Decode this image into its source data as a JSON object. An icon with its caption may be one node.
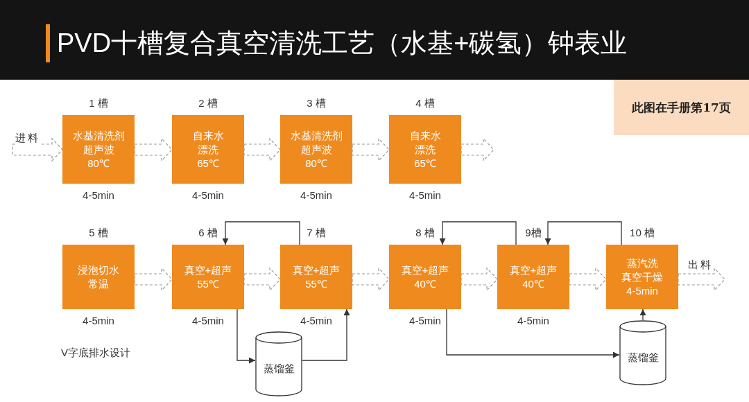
{
  "diagram": {
    "title": "PVD十槽复合真空清洗工艺（水基+碳氢）钟表业",
    "nodes": [
      {
        "text": [
          "水基清洗剂",
          "超声波",
          "80℃"
        ],
        "beside": [
          "1 槽",
          "4-5min"
        ]
      },
      {
        "text": [
          "自来水",
          "漂洗",
          "65℃"
        ],
        "beside": [
          "2 槽",
          "4-5min"
        ]
      },
      {
        "text": [
          "水基清洗剂",
          "超声波",
          "80℃"
        ],
        "beside": [
          "3 槽",
          "4-5min"
        ]
      },
      {
        "text": [
          "自来水",
          "漂洗",
          "65℃"
        ],
        "beside": [
          "4 槽",
          "4-5min"
        ]
      },
      {
        "text": [
          "浸泡切水",
          "常温"
        ],
        "beside": [
          "5 槽",
          "4-5min"
        ]
      },
      {
        "text": [
          "真空+超声",
          "55℃"
        ],
        "beside": [
          "6 槽",
          "4-5min"
        ]
      },
      {
        "text": [
          "真空+超声",
          "55℃"
        ],
        "beside": [
          "7 槽",
          "4-5min"
        ]
      },
      {
        "text": [
          "真空+超声",
          "40℃"
        ],
        "beside": [
          "8 槽",
          "4-5min"
        ]
      },
      {
        "text": [
          "真空+超声",
          "40℃"
        ],
        "beside": [
          "9槽",
          "4-5min"
        ]
      },
      {
        "text": [
          "蒸汽洗",
          "真空干燥",
          "4-5min"
        ],
        "beside": [
          "10 槽"
        ]
      },
      {
        "text": [
          "蒸馏釜"
        ]
      },
      {
        "text": [
          "蒸馏釜"
        ]
      },
      {
        "text": [
          "此图在手册第17页"
        ]
      }
    ],
    "edges": [
      {
        "from": null,
        "to": 0,
        "arrow": "to",
        "label": "进料",
        "style": "dashed"
      },
      {
        "from": 0,
        "to": 1,
        "arrow": "to",
        "style": "dashed"
      },
      {
        "from": 1,
        "to": 2,
        "arrow": "to",
        "style": "dashed"
      },
      {
        "from": 2,
        "to": 3,
        "arrow": "to",
        "style": "dashed"
      },
      {
        "from": 3,
        "to": null,
        "arrow": "to",
        "style": "dashed"
      },
      {
        "from": 4,
        "to": 5,
        "arrow": "to",
        "style": "dashed"
      },
      {
        "from": 5,
        "to": 6,
        "arrow": "to",
        "style": "dashed"
      },
      {
        "from": 6,
        "to": 7,
        "arrow": "to",
        "style": "dashed"
      },
      {
        "from": 7,
        "to": 8,
        "arrow": "to",
        "style": "dashed"
      },
      {
        "from": 8,
        "to": 9,
        "arrow": "to",
        "style": "dashed"
      },
      {
        "from": 9,
        "to": null,
        "arrow": "to",
        "label": "出料",
        "style": "dashed"
      },
      {
        "from": 6,
        "to": 5,
        "arrow": "to"
      },
      {
        "from": 8,
        "to": 7,
        "arrow": "to"
      },
      {
        "from": 9,
        "to": 8,
        "arrow": "to"
      },
      {
        "from": 5,
        "to": 10,
        "arrow": "to"
      },
      {
        "from": 10,
        "to": 6,
        "arrow": "to"
      },
      {
        "from": 7,
        "to": 11,
        "arrow": "to"
      },
      {
        "from": 11,
        "to": 9,
        "arrow": "to"
      }
    ],
    "labels": [
      "V字底排水设计"
    ]
  }
}
